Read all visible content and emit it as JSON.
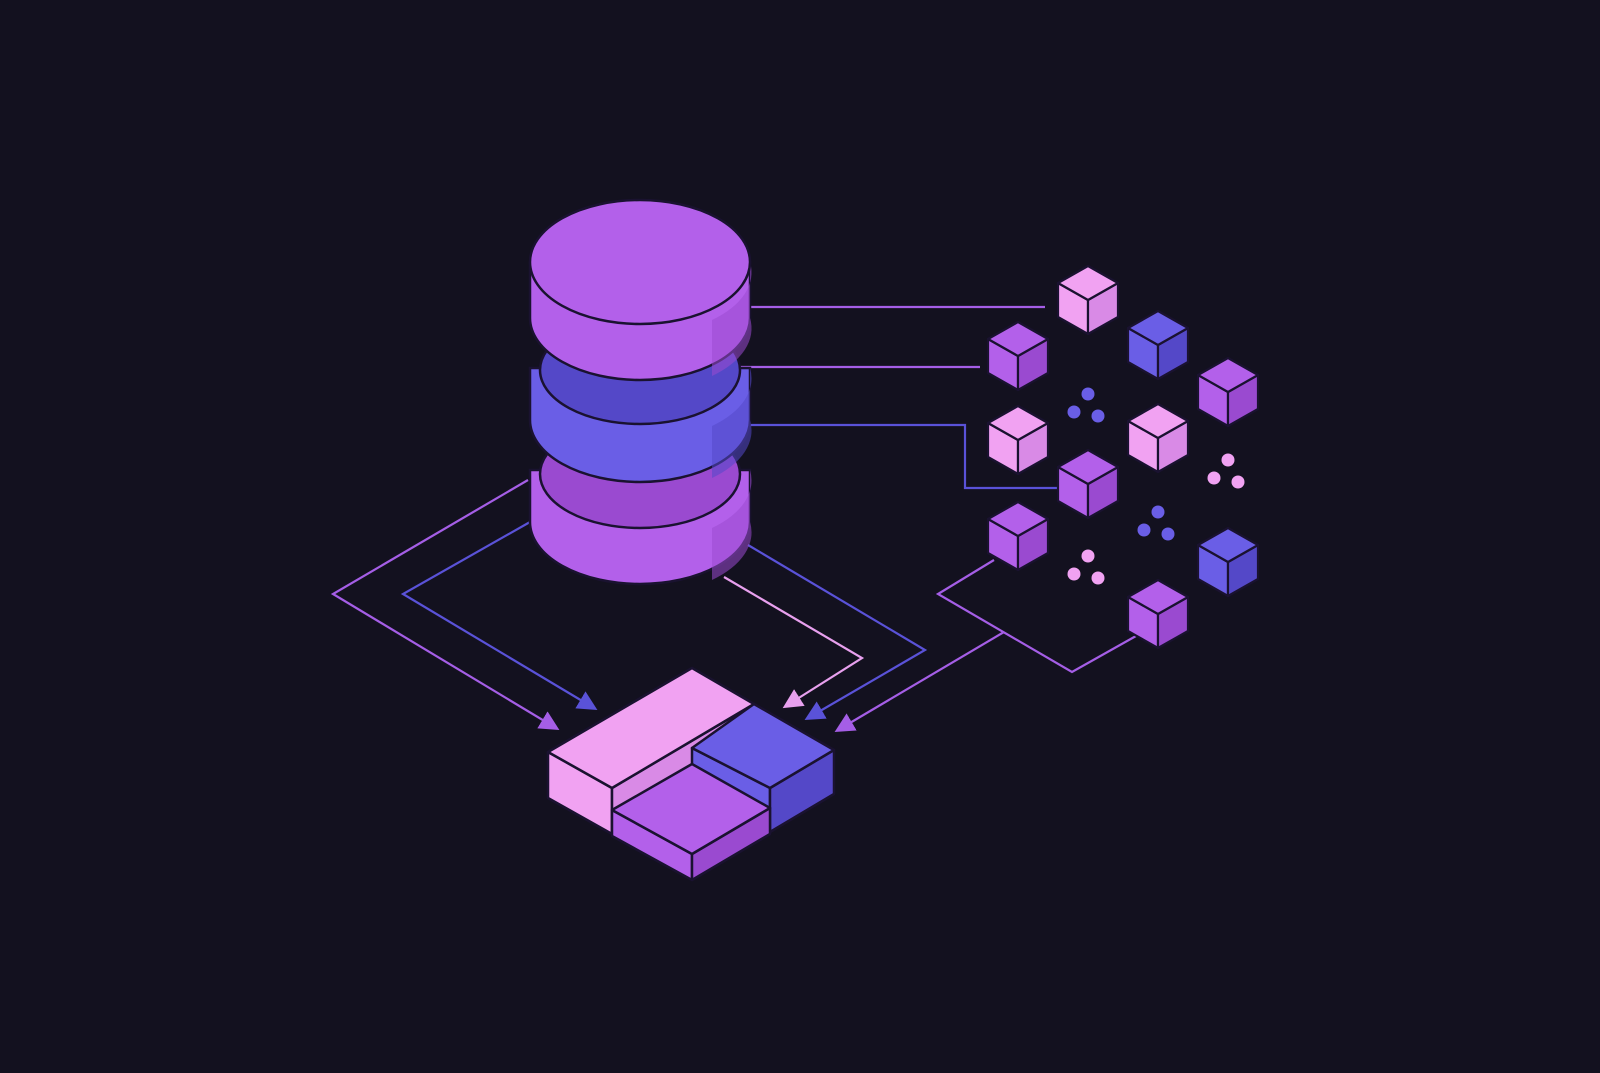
{
  "palette": {
    "background": "#13111f",
    "outline": "#1a1230",
    "violet": "#b360ea",
    "violet_dark": "#9a4ad0",
    "indigo": "#6a5ee6",
    "indigo_dark": "#5448c8",
    "pink": "#f1a2f2",
    "pink_dark": "#d98ae6",
    "line_violet": "#a55ee6",
    "line_indigo": "#5a52d8",
    "line_pink": "#e8a0ee"
  },
  "database": {
    "icon": "database-cylinder-icon",
    "segments": [
      {
        "role": "top",
        "color": "violet"
      },
      {
        "role": "middle",
        "color": "indigo"
      },
      {
        "role": "bottom",
        "color": "violet"
      }
    ]
  },
  "storage_block": {
    "icon": "isometric-storage-block-icon",
    "tiles": [
      {
        "name": "tile-pink",
        "color": "pink"
      },
      {
        "name": "tile-indigo",
        "color": "indigo"
      },
      {
        "name": "tile-violet",
        "color": "violet"
      }
    ]
  },
  "cube_cluster": {
    "icon": "data-cube-cluster-icon",
    "cubes": [
      {
        "name": "cube-1",
        "color": "pink"
      },
      {
        "name": "cube-2",
        "color": "violet"
      },
      {
        "name": "cube-3",
        "color": "indigo"
      },
      {
        "name": "cube-4",
        "color": "violet"
      },
      {
        "name": "cube-5",
        "color": "pink"
      },
      {
        "name": "cube-6",
        "color": "pink"
      },
      {
        "name": "cube-7",
        "color": "violet"
      },
      {
        "name": "cube-8",
        "color": "violet"
      },
      {
        "name": "cube-9",
        "color": "indigo"
      },
      {
        "name": "cube-10",
        "color": "violet"
      }
    ],
    "dot_groups": [
      {
        "name": "dots-1",
        "color": "indigo"
      },
      {
        "name": "dots-2",
        "color": "pink"
      },
      {
        "name": "dots-3",
        "color": "indigo"
      },
      {
        "name": "dots-4",
        "color": "pink"
      }
    ]
  },
  "connectors": [
    {
      "name": "db-to-cube-1",
      "color": "line_violet"
    },
    {
      "name": "db-to-cube-2",
      "color": "line_violet"
    },
    {
      "name": "db-to-cube-7",
      "color": "line_indigo"
    },
    {
      "name": "db-to-block-left-outer",
      "color": "line_violet"
    },
    {
      "name": "db-to-block-left-inner",
      "color": "line_indigo"
    },
    {
      "name": "db-to-block-right-pink",
      "color": "line_pink"
    },
    {
      "name": "db-to-block-right-indigo",
      "color": "line_indigo"
    },
    {
      "name": "cluster-to-block",
      "color": "line_violet"
    }
  ]
}
